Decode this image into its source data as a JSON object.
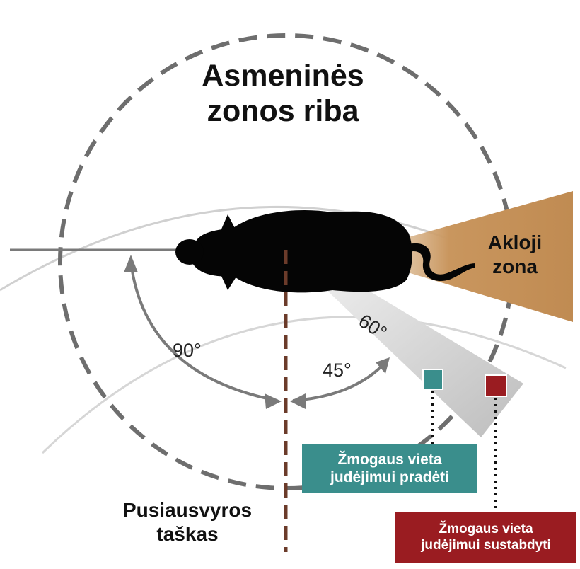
{
  "title": {
    "line1": "Asmeninės",
    "line2": "zonos riba"
  },
  "blind_zone": {
    "line1": "Akloji",
    "line2": "zona",
    "color": "#c9965e"
  },
  "angles": {
    "a90": "90°",
    "a45": "45°",
    "a60": "60°"
  },
  "balance_point": {
    "line1": "Pusiausvyros",
    "line2": "taškas",
    "color": "#6b3b2a"
  },
  "start_box": {
    "line1": "Žmogaus vieta",
    "line2": "judėjimui pradėti",
    "color": "#3a8e8c"
  },
  "stop_box": {
    "line1": "Žmogaus vieta",
    "line2": "judėjimui sustabdyti",
    "color": "#9a1c21"
  }
}
